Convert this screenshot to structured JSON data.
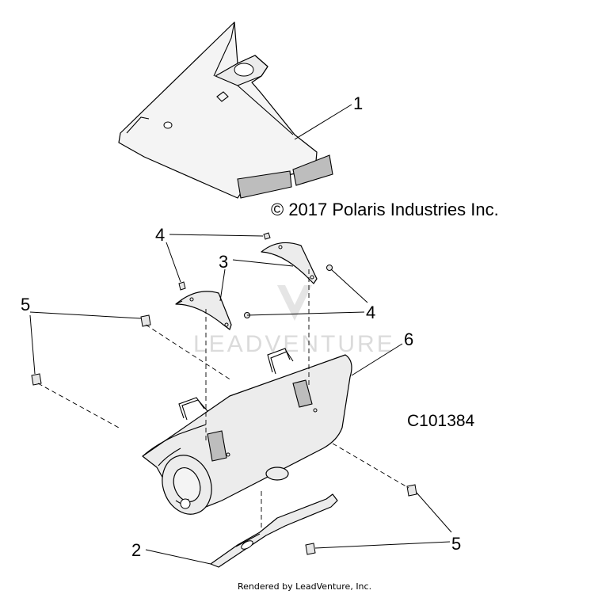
{
  "diagram": {
    "copyright": "© 2017 Polaris Industries Inc.",
    "figure_id": "C101384",
    "watermark": "LEADVENTURE",
    "footer": "Rendered by LeadVenture, Inc.",
    "callouts": [
      {
        "id": "callout-1",
        "label": "1"
      },
      {
        "id": "callout-2",
        "label": "2"
      },
      {
        "id": "callout-3",
        "label": "3"
      },
      {
        "id": "callout-4a",
        "label": "4"
      },
      {
        "id": "callout-4b",
        "label": "4"
      },
      {
        "id": "callout-5a",
        "label": "5"
      },
      {
        "id": "callout-5b",
        "label": "5"
      },
      {
        "id": "callout-6",
        "label": "6"
      }
    ]
  }
}
